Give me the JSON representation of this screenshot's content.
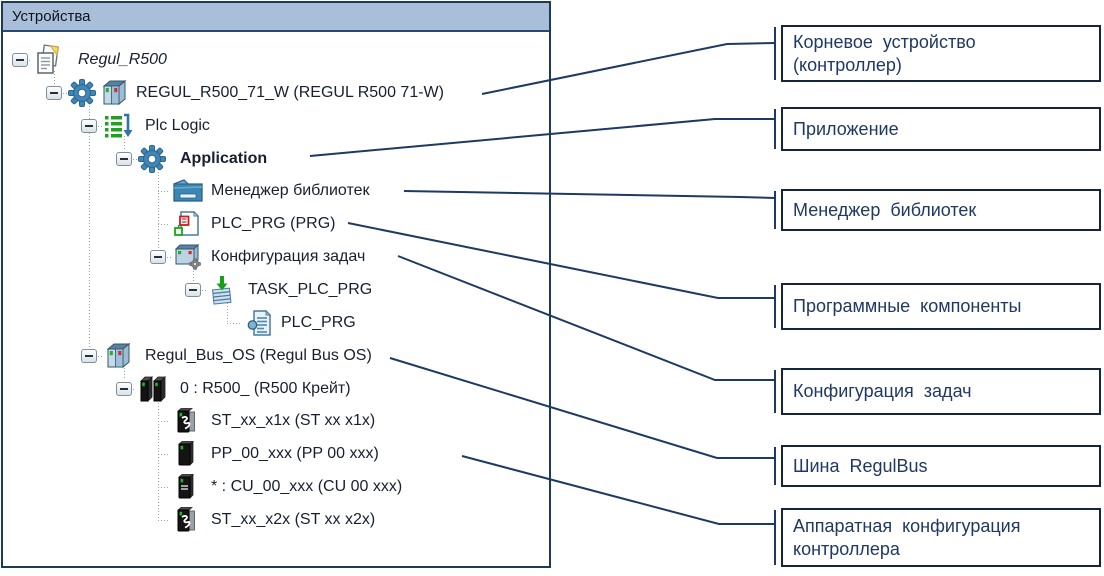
{
  "panel": {
    "title": "Устройства"
  },
  "tree": {
    "items": [
      {
        "label": "Regul_R500",
        "icon": "project-icon",
        "level": 0,
        "expanded": true,
        "italic": true
      },
      {
        "label": "REGUL_R500_71_W (REGUL R500 71-W)",
        "icon": "plc-device-icon",
        "icon2": "gear-icon",
        "level": 1,
        "expanded": true
      },
      {
        "label": "Plc Logic",
        "icon": "plc-logic-icon",
        "level": 2,
        "expanded": true
      },
      {
        "label": "Application",
        "icon": "gear-icon",
        "level": 3,
        "expanded": true,
        "bold": true
      },
      {
        "label": "Менеджер библиотек",
        "icon": "library-manager-icon",
        "level": 4
      },
      {
        "label": "PLC_PRG (PRG)",
        "icon": "pou-icon",
        "level": 4
      },
      {
        "label": "Конфигурация задач",
        "icon": "task-configuration-icon",
        "level": 4,
        "expanded": true
      },
      {
        "label": "TASK_PLC_PRG",
        "icon": "task-icon",
        "level": 5,
        "expanded": true
      },
      {
        "label": "PLC_PRG",
        "icon": "program-call-icon",
        "level": 6
      },
      {
        "label": "Regul_Bus_OS (Regul Bus OS)",
        "icon": "bus-device-icon",
        "level": 2,
        "expanded": true
      },
      {
        "label": "0 : R500_ (R500 Крейт)",
        "icon": "rack-icon",
        "level": 3,
        "expanded": true
      },
      {
        "label": "ST_xx_x1x (ST xx x1x)",
        "icon": "module-st-icon",
        "level": 4
      },
      {
        "label": "PP_00_xxx (PP 00 xxx)",
        "icon": "module-pp-icon",
        "level": 4
      },
      {
        "label": "* : CU_00_xxx (CU 00 xxx)",
        "icon": "module-cu-icon",
        "level": 4
      },
      {
        "label": "ST_xx_x2x (ST xx x2x)",
        "icon": "module-st-icon",
        "level": 4
      }
    ]
  },
  "callouts": [
    {
      "lines": [
        "Корневое устройство",
        "(контроллер)"
      ]
    },
    {
      "lines": [
        "Приложение"
      ]
    },
    {
      "lines": [
        "Менеджер библиотек"
      ]
    },
    {
      "lines": [
        "Программные компоненты"
      ]
    },
    {
      "lines": [
        "Конфигурация задач"
      ]
    },
    {
      "lines": [
        "Шина RegulBus"
      ]
    },
    {
      "lines": [
        "Аппаратная конфигурация",
        "контроллера"
      ]
    }
  ],
  "colors": {
    "connector_line": "#1c3a63",
    "callout_text": "#1f3864",
    "callout_border": "#14253c",
    "header_bg": "#a9bed8",
    "panel_border": "#1f3a57"
  }
}
